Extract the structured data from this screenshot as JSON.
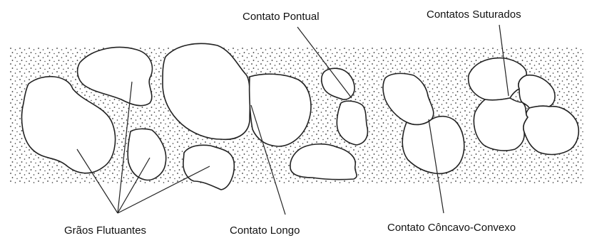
{
  "labels": {
    "contato_pontual": "Contato Pontual",
    "contatos_suturados": "Contatos Suturados",
    "graos_flutuantes": "Grãos Flutuantes",
    "contato_longo": "Contato Longo",
    "contato_concavo_convexo": "Contato Côncavo-Convexo"
  },
  "colors": {
    "ink": "#222222",
    "background": "#ffffff",
    "matrix_dots": "#333333"
  }
}
